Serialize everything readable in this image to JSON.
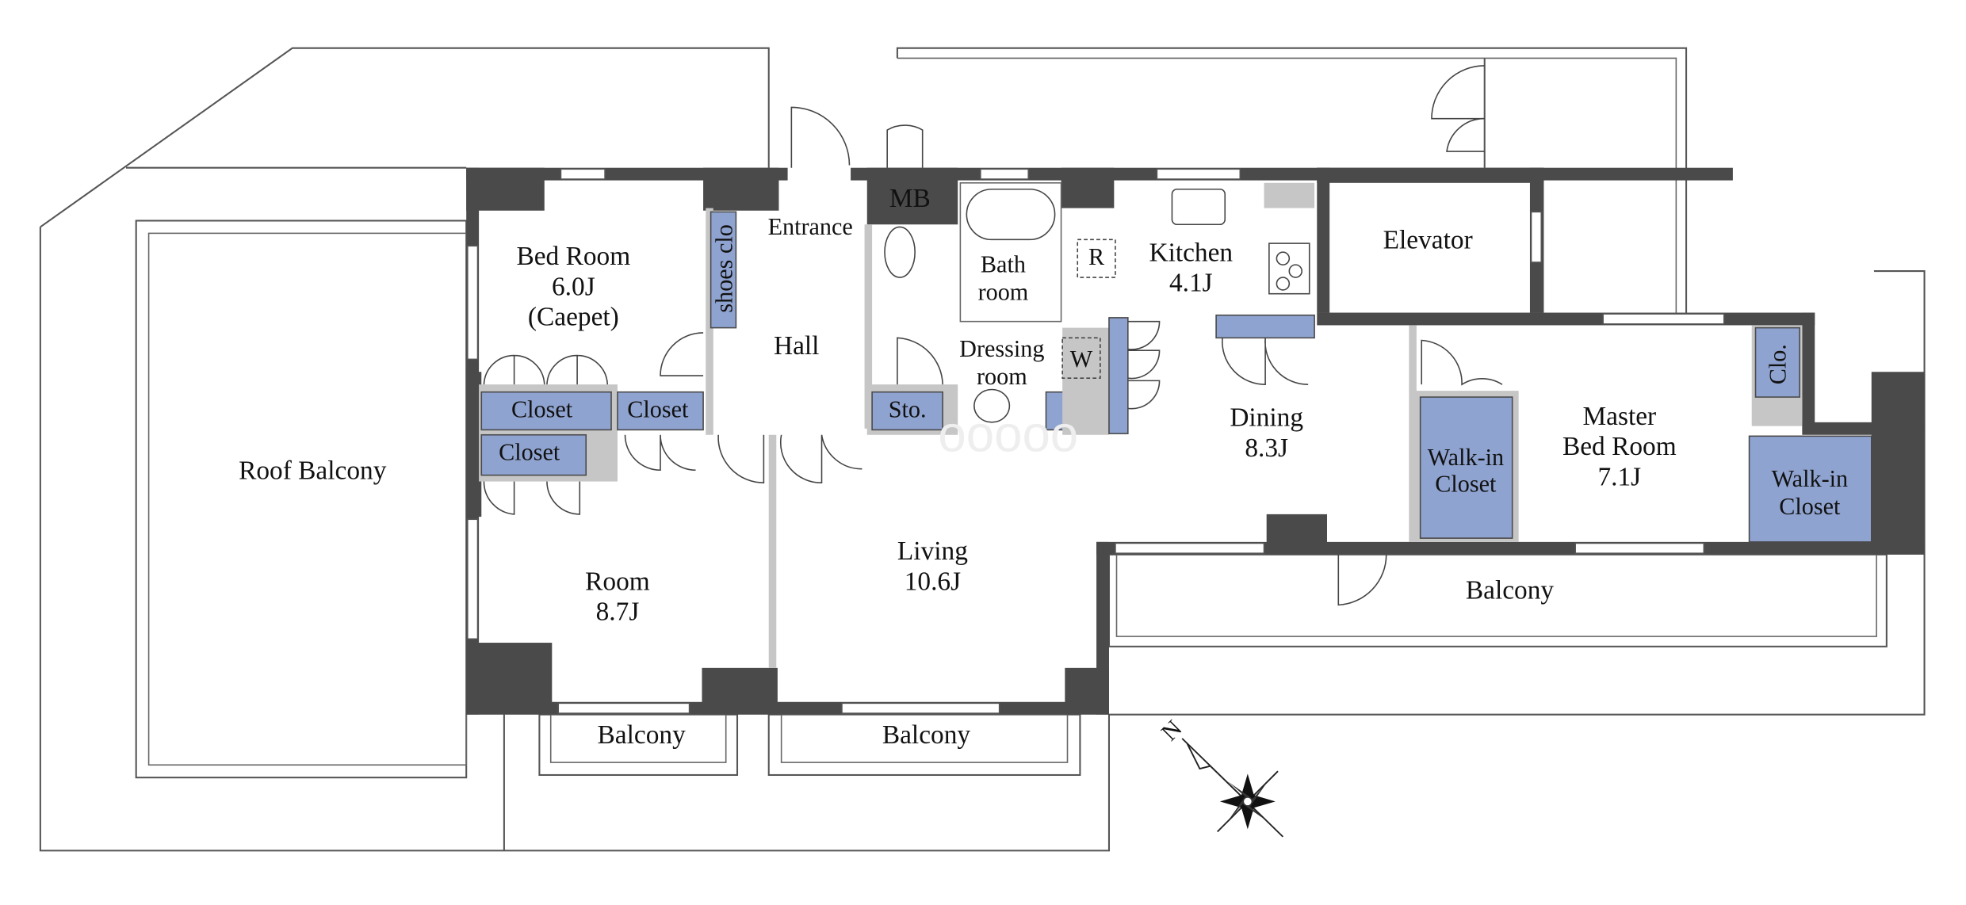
{
  "plan": {
    "rooms": {
      "bed_room": {
        "name": "Bed Room",
        "size": "6.0J",
        "note": "(Caepet)"
      },
      "entrance": {
        "name": "Entrance"
      },
      "shoes_closet": {
        "name": "shoes clo"
      },
      "mb": {
        "name": "MB"
      },
      "bath_room": {
        "line1": "Bath",
        "line2": "room"
      },
      "kitchen": {
        "name": "Kitchen",
        "size": "4.1J",
        "fridge": "R"
      },
      "elevator": {
        "name": "Elevator"
      },
      "hall": {
        "name": "Hall"
      },
      "dressing_room": {
        "line1": "Dressing",
        "line2": "room",
        "washer": "W"
      },
      "storage": {
        "name": "Sto."
      },
      "closet_1": {
        "name": "Closet"
      },
      "closet_2": {
        "name": "Closet"
      },
      "closet_3": {
        "name": "Closet"
      },
      "dining": {
        "name": "Dining",
        "size": "8.3J"
      },
      "master_bed_room": {
        "line1": "Master",
        "line2": "Bed Room",
        "size": "7.1J"
      },
      "walk_in_closet_1": {
        "line1": "Walk-in",
        "line2": "Closet"
      },
      "walk_in_closet_2": {
        "line1": "Walk-in",
        "line2": "Closet"
      },
      "clo": {
        "name": "Clo."
      },
      "roof_balcony": {
        "name": "Roof Balcony"
      },
      "living": {
        "name": "Living",
        "size": "10.6J"
      },
      "room": {
        "name": "Room",
        "size": "8.7J"
      },
      "balcony_right": {
        "name": "Balcony"
      },
      "balcony_left": {
        "name": "Balcony"
      },
      "balcony_center": {
        "name": "Balcony"
      }
    },
    "compass": {
      "label": "N"
    },
    "colors": {
      "wall": "#4a4a4a",
      "closet": "#8fa3d0",
      "fixture": "#c6c6c6"
    }
  }
}
